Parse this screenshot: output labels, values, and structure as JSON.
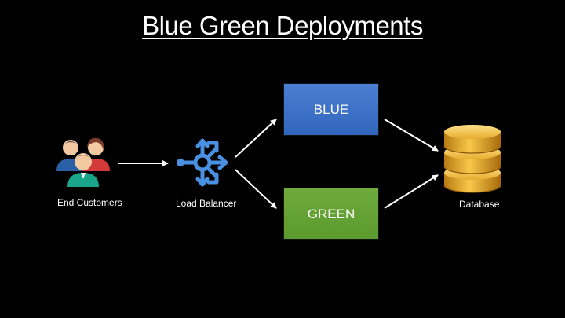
{
  "title": "Blue Green Deployments",
  "nodes": {
    "customers": {
      "label": "End Customers",
      "icon": "people-group-icon"
    },
    "load_balancer": {
      "label": "Load Balancer",
      "icon": "load-balancer-icon"
    },
    "blue": {
      "label": "BLUE",
      "color": "#3a70c6"
    },
    "green": {
      "label": "GREEN",
      "color": "#62a033"
    },
    "database": {
      "label": "Database",
      "icon": "database-icon",
      "color": "#e0a526"
    }
  },
  "edges": [
    {
      "from": "customers",
      "to": "load_balancer"
    },
    {
      "from": "load_balancer",
      "to": "blue"
    },
    {
      "from": "load_balancer",
      "to": "green"
    },
    {
      "from": "blue",
      "to": "database"
    },
    {
      "from": "green",
      "to": "database"
    }
  ]
}
